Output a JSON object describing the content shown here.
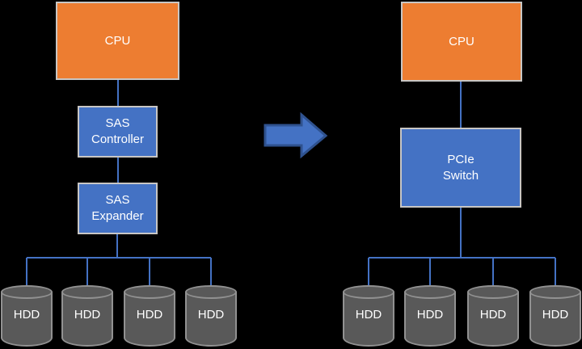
{
  "diagram": {
    "left": {
      "cpu_label": "CPU",
      "controller_line1": "SAS",
      "controller_line2": "Controller",
      "expander_line1": "SAS",
      "expander_line2": "Expander",
      "hdds": [
        "HDD",
        "HDD",
        "HDD",
        "HDD"
      ]
    },
    "right": {
      "cpu_label": "CPU",
      "switch_line1": "PCIe",
      "switch_line2": "Switch",
      "hdds": [
        "HDD",
        "HDD",
        "HDD",
        "HDD"
      ]
    },
    "arrow": {
      "icon": "block-arrow-right"
    },
    "colors": {
      "background": "#000000",
      "cpu_fill": "#ED7D31",
      "node_fill": "#4472C4",
      "box_border": "#C8C6C4",
      "connector": "#4472C4",
      "hdd_fill": "#595959",
      "hdd_border": "#919191",
      "arrow_fill": "#4472C4",
      "arrow_border": "#2F528F",
      "text": "#FFFFFF"
    }
  }
}
